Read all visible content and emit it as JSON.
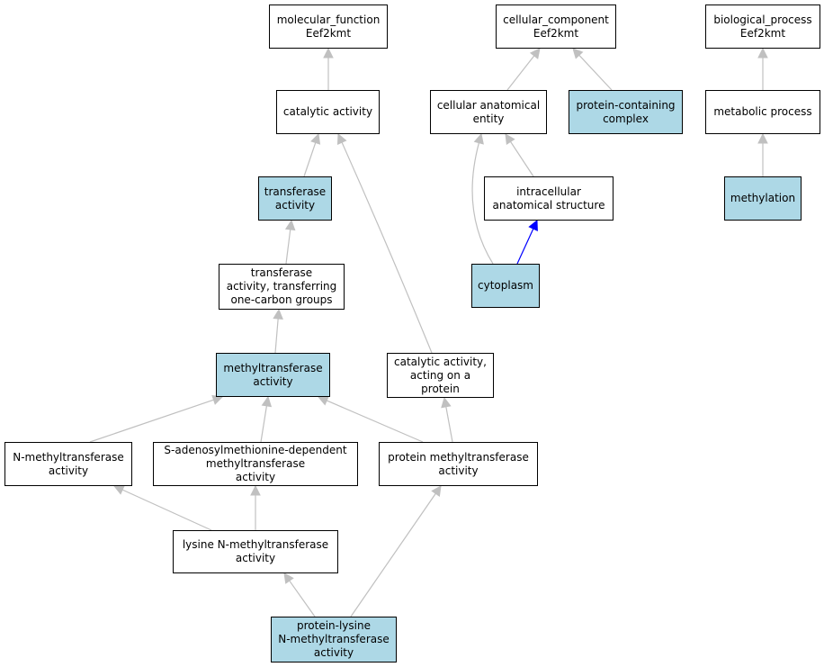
{
  "colors": {
    "highlight_fill": "#add8e6",
    "default_fill": "#ffffff",
    "edge_default": "#c0c0c0",
    "edge_emphasis": "#0000ff"
  },
  "nodes": {
    "mf_root": {
      "label": "molecular_function\nEef2kmt",
      "highlighted": false
    },
    "cc_root": {
      "label": "cellular_component\nEef2kmt",
      "highlighted": false
    },
    "bp_root": {
      "label": "biological_process\nEef2kmt",
      "highlighted": false
    },
    "catalytic": {
      "label": "catalytic activity",
      "highlighted": false
    },
    "cell_anat": {
      "label": "cellular anatomical\nentity",
      "highlighted": false
    },
    "prot_complex": {
      "label": "protein-containing\ncomplex",
      "highlighted": true
    },
    "metabolic": {
      "label": "metabolic process",
      "highlighted": false
    },
    "transferase": {
      "label": "transferase\nactivity",
      "highlighted": true
    },
    "intracellular": {
      "label": "intracellular\nanatomical structure",
      "highlighted": false
    },
    "methylation": {
      "label": "methylation",
      "highlighted": true
    },
    "one_carbon": {
      "label": "transferase\nactivity, transferring\none-carbon groups",
      "highlighted": false
    },
    "cytoplasm": {
      "label": "cytoplasm",
      "highlighted": true
    },
    "methyltransferase": {
      "label": "methyltransferase\nactivity",
      "highlighted": true
    },
    "cat_protein": {
      "label": "catalytic activity,\nacting on a\nprotein",
      "highlighted": false
    },
    "n_methyl": {
      "label": "N-methyltransferase\nactivity",
      "highlighted": false
    },
    "sam": {
      "label": "S-adenosylmethionine-dependent\nmethyltransferase\nactivity",
      "highlighted": false
    },
    "prot_methyl": {
      "label": "protein methyltransferase\nactivity",
      "highlighted": false
    },
    "lysine_n": {
      "label": "lysine N-methyltransferase\nactivity",
      "highlighted": false
    },
    "prot_lysine": {
      "label": "protein-lysine\nN-methyltransferase\nactivity",
      "highlighted": true
    }
  },
  "edges": [
    {
      "from": "catalytic",
      "to": "mf_root",
      "emphasis": false
    },
    {
      "from": "cell_anat",
      "to": "cc_root",
      "emphasis": false
    },
    {
      "from": "prot_complex",
      "to": "cc_root",
      "emphasis": false
    },
    {
      "from": "metabolic",
      "to": "bp_root",
      "emphasis": false
    },
    {
      "from": "transferase",
      "to": "catalytic",
      "emphasis": false
    },
    {
      "from": "cat_protein",
      "to": "catalytic",
      "emphasis": false
    },
    {
      "from": "intracellular",
      "to": "cell_anat",
      "emphasis": false
    },
    {
      "from": "cytoplasm",
      "to": "cell_anat",
      "emphasis": false
    },
    {
      "from": "methylation",
      "to": "metabolic",
      "emphasis": false
    },
    {
      "from": "one_carbon",
      "to": "transferase",
      "emphasis": false
    },
    {
      "from": "cytoplasm",
      "to": "intracellular",
      "emphasis": true
    },
    {
      "from": "methyltransferase",
      "to": "one_carbon",
      "emphasis": false
    },
    {
      "from": "n_methyl",
      "to": "methyltransferase",
      "emphasis": false
    },
    {
      "from": "sam",
      "to": "methyltransferase",
      "emphasis": false
    },
    {
      "from": "prot_methyl",
      "to": "methyltransferase",
      "emphasis": false
    },
    {
      "from": "prot_methyl",
      "to": "cat_protein",
      "emphasis": false
    },
    {
      "from": "lysine_n",
      "to": "n_methyl",
      "emphasis": false
    },
    {
      "from": "lysine_n",
      "to": "sam",
      "emphasis": false
    },
    {
      "from": "prot_lysine",
      "to": "lysine_n",
      "emphasis": false
    },
    {
      "from": "prot_lysine",
      "to": "prot_methyl",
      "emphasis": false
    }
  ]
}
